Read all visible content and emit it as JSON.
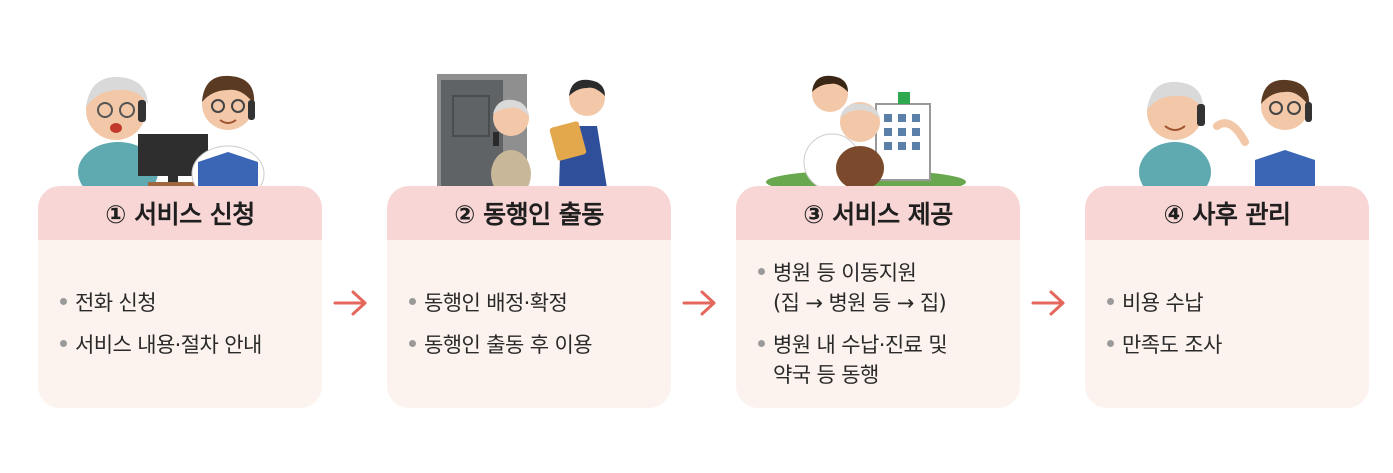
{
  "steps": [
    {
      "title": "① 서비스 신청",
      "items": [
        {
          "lines": [
            "전화 신청"
          ]
        },
        {
          "lines": [
            "서비스 내용·절차 안내"
          ]
        }
      ]
    },
    {
      "title": "② 동행인 출동",
      "items": [
        {
          "lines": [
            "동행인 배정·확정"
          ]
        },
        {
          "lines": [
            "동행인 출동 후 이용"
          ]
        }
      ]
    },
    {
      "title": "③ 서비스 제공",
      "items": [
        {
          "lines": [
            "병원 등 이동지원",
            "(집 → 병원 등 → 집)"
          ]
        },
        {
          "lines": [
            "병원 내 수납·진료 및",
            "약국 등 동행"
          ]
        }
      ]
    },
    {
      "title": "④ 사후 관리",
      "items": [
        {
          "lines": [
            "비용 수납"
          ]
        },
        {
          "lines": [
            "만족도 조사"
          ]
        }
      ]
    }
  ],
  "colors": {
    "card_header": "#f7d6d5",
    "card_body": "#fcf3ee",
    "arrow": "#e4675c",
    "bullet": "#9a9a9a"
  },
  "icons": [
    "phone-call-illustration",
    "door-visit-illustration",
    "hospital-escort-illustration",
    "follow-up-call-illustration",
    "right-arrow-icon"
  ]
}
